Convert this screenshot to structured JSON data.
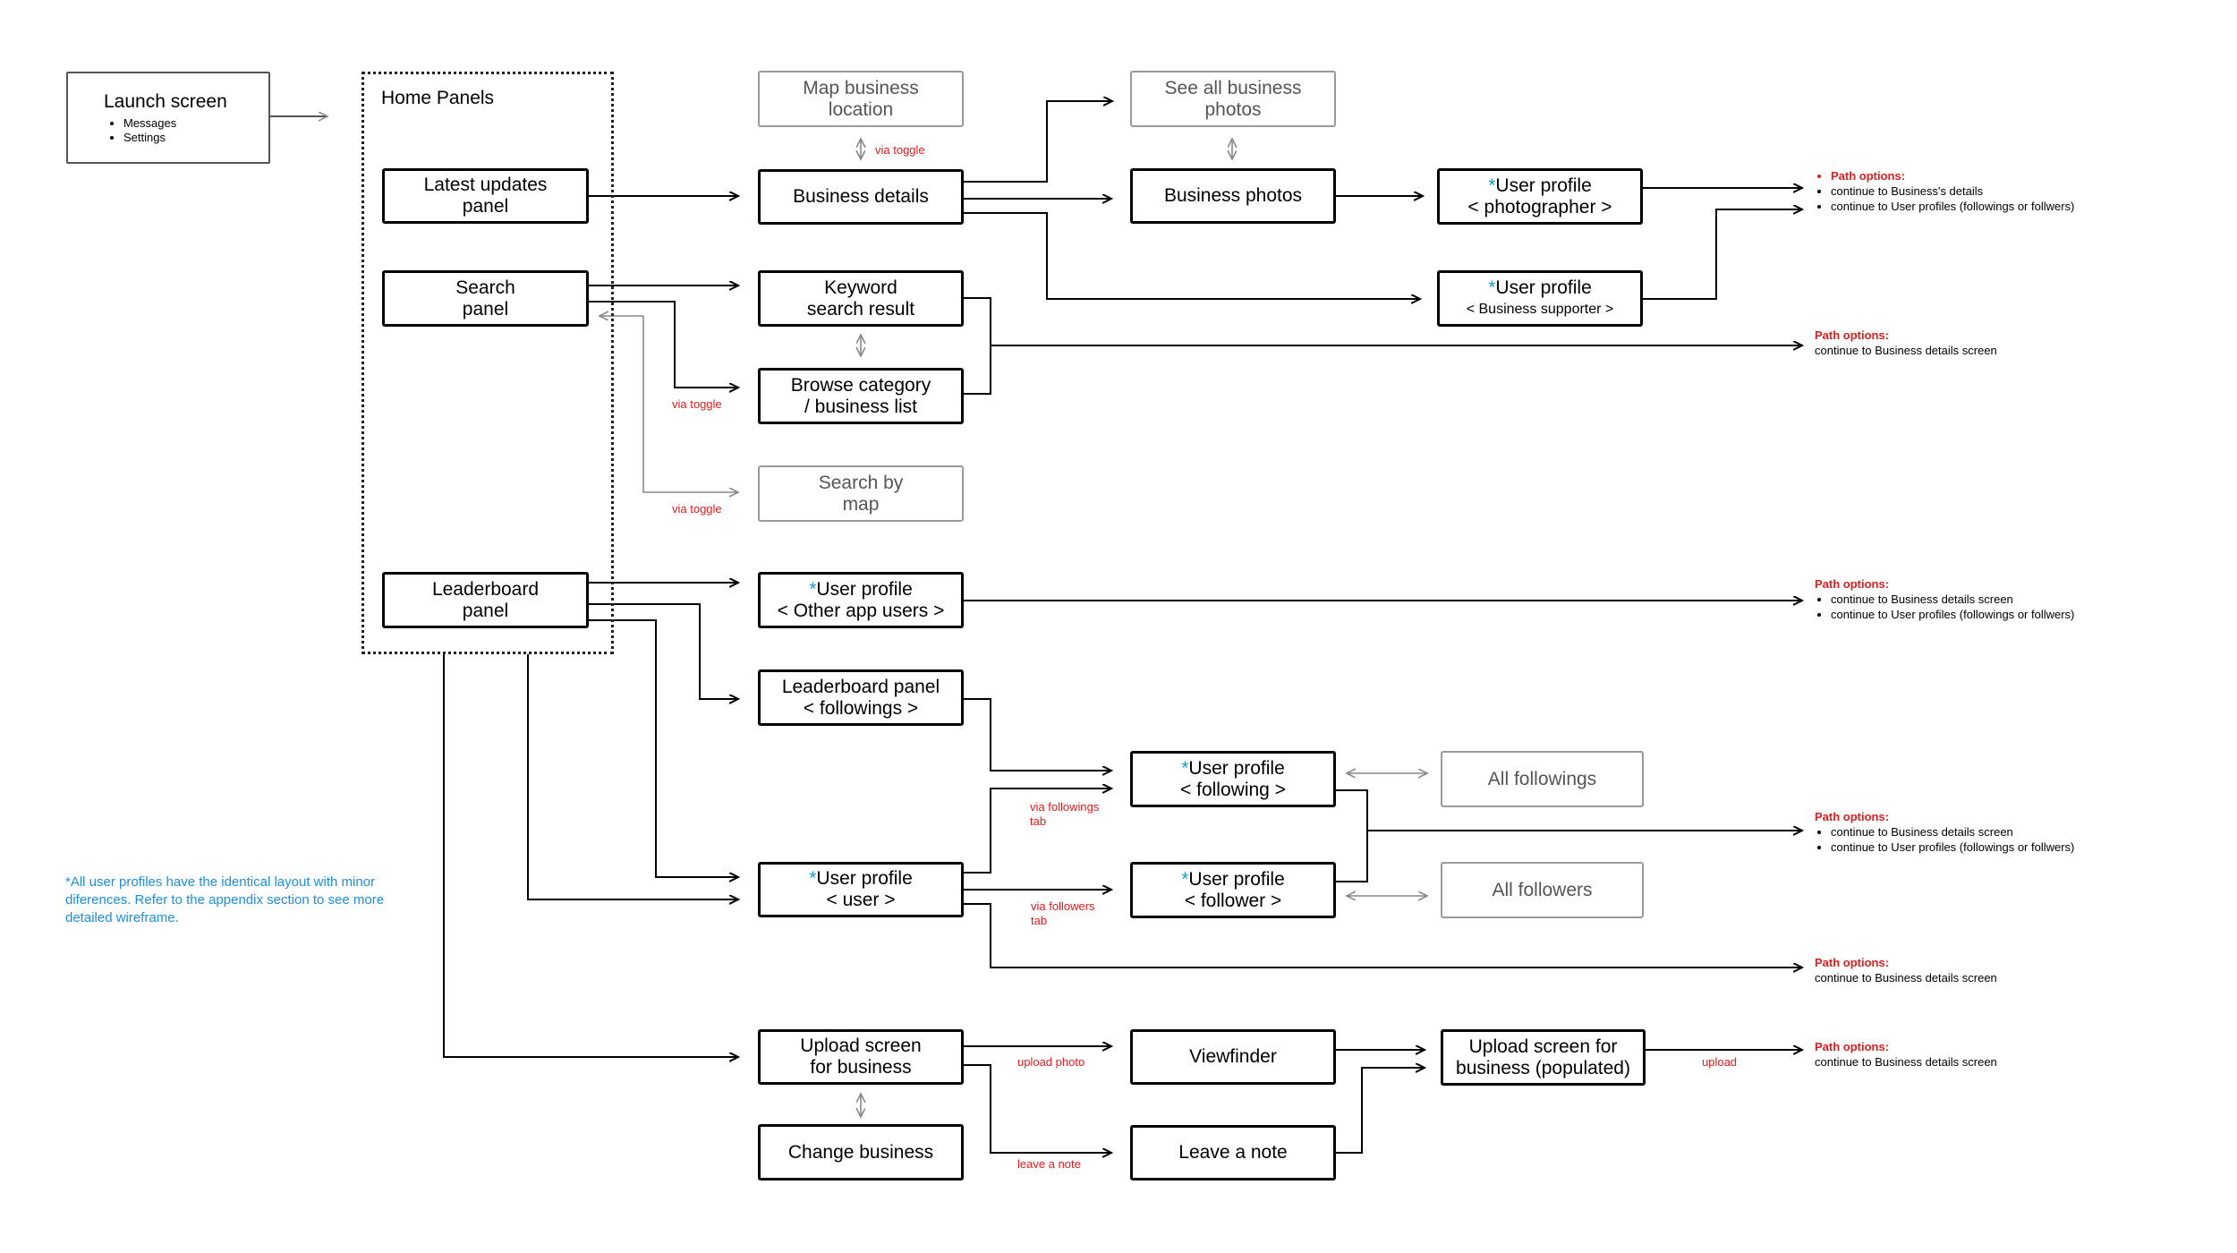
{
  "launch": {
    "title": "Launch screen",
    "items": [
      "Messages",
      "Settings"
    ]
  },
  "home_panels": {
    "title": "Home Panels"
  },
  "nodes": {
    "latest_updates": "Latest updates\npanel",
    "search_panel": "Search\npanel",
    "leaderboard_panel": "Leaderboard\npanel",
    "map_business_location": "Map business\nlocation",
    "business_details": "Business details",
    "keyword_search_result": "Keyword\nsearch result",
    "browse_category": "Browse category\n/ business list",
    "search_by_map": "Search by\nmap",
    "user_profile_other": {
      "line1": "User profile",
      "line2": "< Other app users >"
    },
    "leaderboard_followings": "Leaderboard panel\n< followings >",
    "user_profile_user": {
      "line1": "User profile",
      "line2": "< user >"
    },
    "upload_screen": "Upload screen\nfor business",
    "change_business": "Change business",
    "see_all_photos": "See all business\nphotos",
    "business_photos": "Business photos",
    "user_profile_following": {
      "line1": "User profile",
      "line2": "< following >"
    },
    "user_profile_follower": {
      "line1": "User profile",
      "line2": "< follower >"
    },
    "viewfinder": "Viewfinder",
    "leave_note": "Leave a note",
    "user_profile_photographer": {
      "line1": "User profile",
      "line2": "< photographer >"
    },
    "user_profile_supporter": {
      "line1": "User profile",
      "line2": "< Business supporter >"
    },
    "all_followings": "All followings",
    "all_followers": "All followers",
    "upload_populated": "Upload screen for\nbusiness (populated)"
  },
  "star": "*",
  "edge_labels": {
    "via_toggle_top": "via toggle",
    "via_toggle_browse": "via toggle",
    "via_toggle_map": "via toggle",
    "via_followings_tab": "via followings\ntab",
    "via_followers_tab": "via followers\ntab",
    "upload_photo": "upload photo",
    "leave_a_note": "leave a note",
    "upload": "upload"
  },
  "path_options": {
    "p1": {
      "head": "Path options:",
      "items": [
        "continue to Business's details",
        "continue to User profiles (followings or follwers)"
      ]
    },
    "p2": {
      "head": "Path options:",
      "line": "continue to Business details screen"
    },
    "p3": {
      "head": "Path options:",
      "items": [
        "continue to Business details screen",
        "continue to User profiles (followings or follwers)"
      ]
    },
    "p4": {
      "head": "Path options:",
      "items": [
        "continue to Business details screen",
        "continue to User profiles (followings or follwers)"
      ]
    },
    "p5": {
      "head": "Path options:",
      "line": "continue to Business details screen"
    },
    "p6": {
      "head": "Path options:",
      "line": "continue to Business details screen"
    }
  },
  "footnote": "*All user profiles have the identical layout with minor diferences. Refer to the appendix section to see more detailed wireframe.",
  "colors": {
    "label_red": "#e41b1b",
    "star_blue": "#1a9bd7",
    "footnote_blue": "#1a8fe3"
  }
}
